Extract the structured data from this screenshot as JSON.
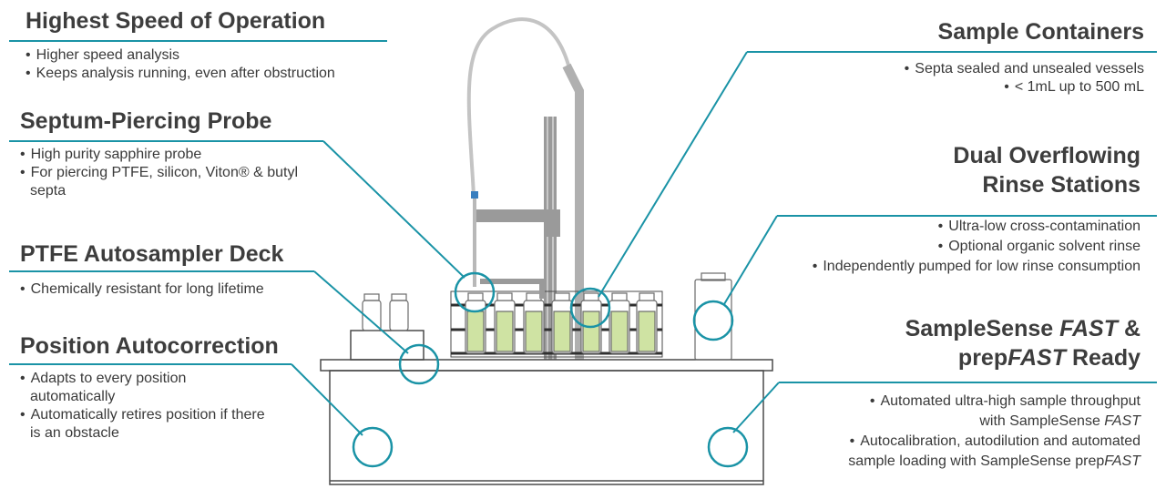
{
  "colors": {
    "accent": "#1a93a6",
    "heading": "#3d3d3d",
    "text": "#3a3a3a",
    "instrument_line": "#4a4a4a",
    "liquid": "#cfe3a3",
    "tower": "#9a9a9a"
  },
  "features": {
    "speed": {
      "title": "Highest Speed of Operation",
      "bullets": [
        "Higher speed analysis",
        "Keeps analysis running, even after obstruction"
      ]
    },
    "probe": {
      "title": "Septum-Piercing Probe",
      "bullets": [
        "High purity sapphire probe",
        "For piercing PTFE, silicon, Viton® & butyl septa"
      ]
    },
    "deck": {
      "title": "PTFE Autosampler Deck",
      "bullets": [
        "Chemically resistant for long lifetime"
      ]
    },
    "position": {
      "title": "Position Autocorrection",
      "bullets": [
        "Adapts to every position automatically",
        "Automatically retires position if there is an obstacle"
      ]
    },
    "containers": {
      "title": "Sample Containers",
      "bullets": [
        "Septa sealed and unsealed vessels",
        "< 1mL up to 500 mL"
      ]
    },
    "rinse": {
      "title_line1": "Dual Overflowing",
      "title_line2": "Rinse Stations",
      "bullets": [
        "Ultra-low cross-contamination",
        "Optional organic solvent rinse",
        "Independently pumped for low rinse consumption"
      ]
    },
    "samplesense": {
      "title_line1_a": "SampleSense ",
      "title_line1_b": "FAST",
      "title_line1_c": " &",
      "title_line2_a": "prep",
      "title_line2_b": "FAST",
      "title_line2_c": " Ready",
      "bullet1_line1": "Automated ultra-high sample throughput",
      "bullet1_line2_a": "with SampleSense ",
      "bullet1_line2_b": "FAST",
      "bullet2_line1": "Autocalibration, autodilution and automated",
      "bullet2_line2_a": "sample loading with SampleSense prep",
      "bullet2_line2_b": "FAST"
    }
  }
}
